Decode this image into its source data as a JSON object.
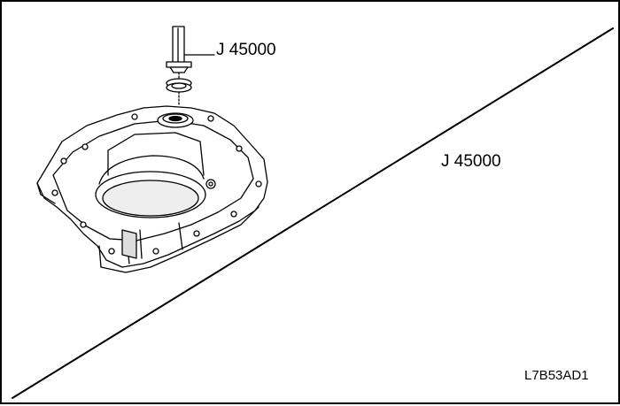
{
  "labels": {
    "tool_top": "J 45000",
    "tool_bottom": "J 45000",
    "figure_code": "L7B53AD1"
  },
  "colors": {
    "ink": "#000000",
    "paper": "#ffffff",
    "shade": "#d8d8d8",
    "tool_fill": "#c8c8c8"
  },
  "icons": {
    "top_view": "transaxle-case-with-seal-installer",
    "bottom_view": "transaxle-case-with-handle-tool"
  }
}
